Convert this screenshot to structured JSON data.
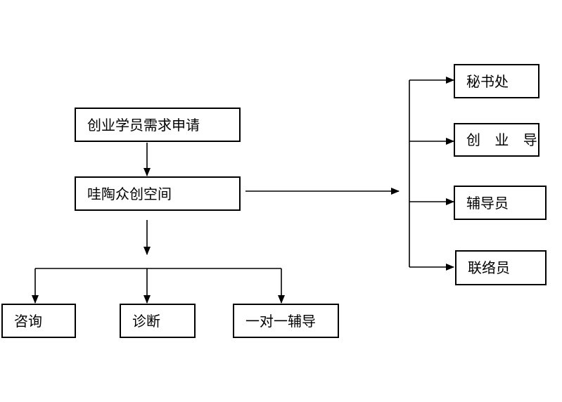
{
  "nodes": {
    "apply": "创业学员需求申请",
    "wawa": "哇陶众创空间",
    "consult": "咨询",
    "diagnose": "诊断",
    "tutoring": "一对一辅导",
    "secretariat": "秘书处",
    "mentor": "创 业 导",
    "tutor": "辅导员",
    "liaison": "联络员"
  },
  "colors": {
    "stroke": "#000000",
    "background": "#ffffff"
  }
}
